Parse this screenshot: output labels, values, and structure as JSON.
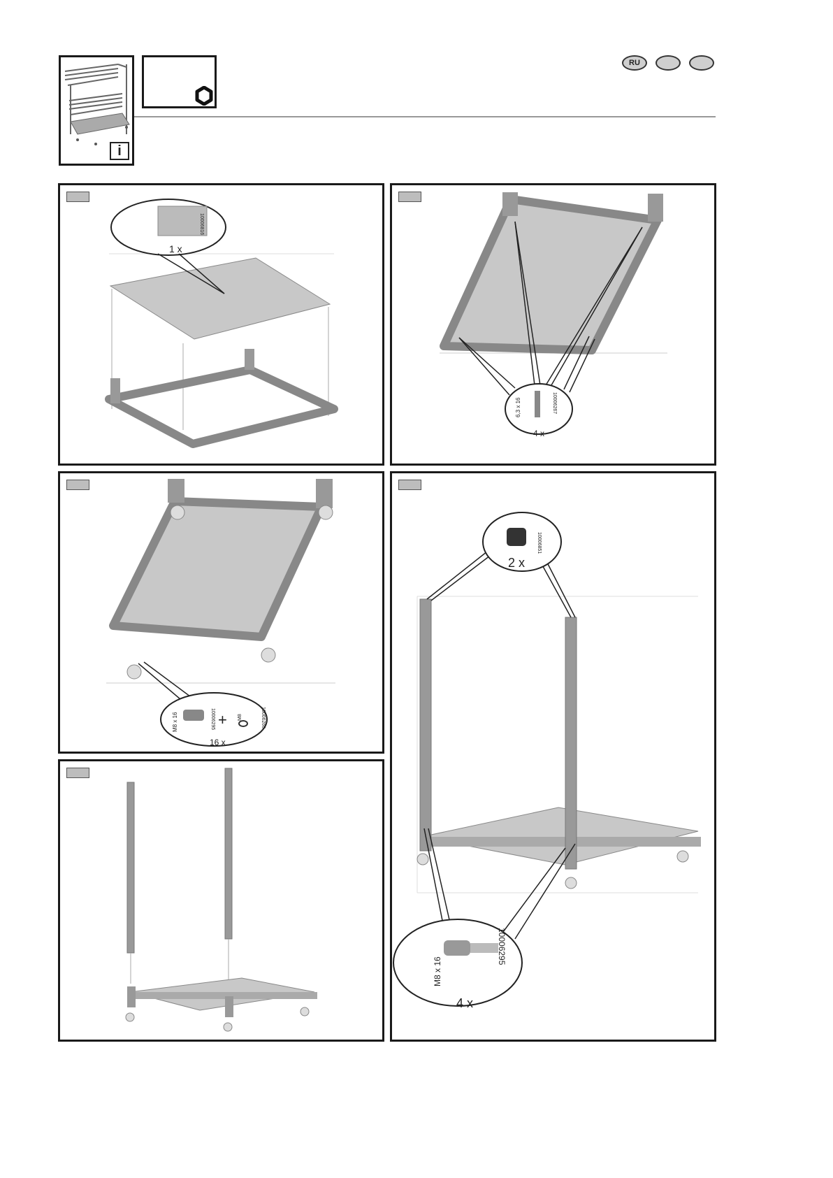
{
  "header": {
    "info_icon_label": "i",
    "languages": [
      "RU",
      "",
      ""
    ]
  },
  "steps": [
    {
      "id": "panel-1",
      "callout": {
        "qty": "1 x",
        "part_no": "10006816"
      }
    },
    {
      "id": "panel-2",
      "callout": {
        "qty": "4 x",
        "size": "6,3 x 16",
        "part_no": "10006267"
      }
    },
    {
      "id": "panel-3",
      "callout": {
        "qty": "16 x",
        "size": "M8 x 16",
        "part_no": "10006295",
        "extra_size": "M8",
        "extra_part_no": "10006266"
      }
    },
    {
      "id": "panel-4",
      "callout": {
        "qty": "2 x",
        "part_no": "10006851"
      }
    },
    {
      "id": "panel-5",
      "callout": {
        "qty": "4 x",
        "size": "M8 x 16",
        "part_no": "10006295"
      }
    },
    {
      "id": "panel-6"
    }
  ]
}
